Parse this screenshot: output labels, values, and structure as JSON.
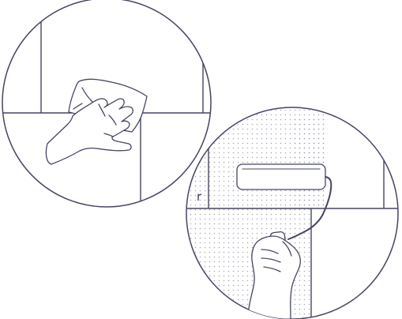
{
  "scene": {
    "stroke_color": "#454563",
    "background_color": "#ffffff",
    "dot_color": "#8a8aa3",
    "illustrations": [
      {
        "name": "wiping-wall-with-cloth",
        "icon": "hand-wiping-cloth-icon"
      },
      {
        "name": "painting-wall-with-roller",
        "icon": "paint-roller-icon"
      }
    ],
    "stray_text": "r"
  }
}
